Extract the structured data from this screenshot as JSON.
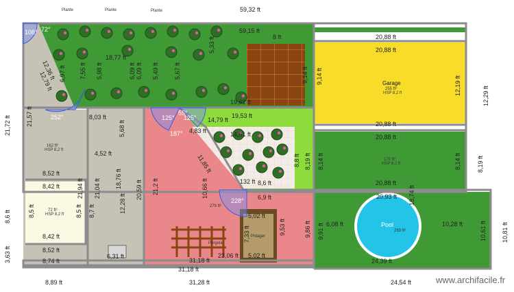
{
  "labels": {
    "plante_1": "Plante",
    "plante_2": "Plante",
    "plante_3": "Plante",
    "garage": "Garage",
    "garage_area": "255 ft²",
    "garage_hsp": "HSP 8,2 ft",
    "room_170": "170 ft²",
    "room_170_hsp": "HSP 8,2 ft",
    "room_162": "162 ft²",
    "room_162_hsp": "HSP 8,2 ft",
    "room_72": "72 ft²",
    "room_72_hsp": "HSP 8,2 ft",
    "terrace_area": "279 ft²",
    "pergola": "Pergola",
    "pool": "Pool",
    "pool_area": "259 ft²",
    "potager": "Potager"
  },
  "dimensions": {
    "top_total": "59,32 ft",
    "top_inner": "59,15 ft",
    "d_8_top": "8 ft",
    "d_2088_top": "20,88 ft",
    "d_2088_g1": "20,88 ft",
    "d_2088_g2": "20,88 ft",
    "d_2088_r1": "20,88 ft",
    "d_2088_r2": "20,88 ft",
    "d_914": "9,14 ft",
    "d_1219": "12,19 ft",
    "d_1229": "12,29 ft",
    "d_814_l": "8,14 ft",
    "d_814_r": "8,14 ft",
    "d_819_r": "8,19 ft",
    "d_2093": "20,93 ft",
    "d_1874": "18,74 ft",
    "d_991": "9,91 ft",
    "d_608": "6,08 ft",
    "d_1028": "10,28 ft",
    "d_1061": "10,61 ft",
    "d_1081": "10,81 ft",
    "d_2439": "24,39 ft",
    "d_2454": "24,54 ft",
    "d_2172": "21,72 ft",
    "d_2157": "21,57 ft",
    "d_1236": "12,36 ft",
    "d_1279": "12,79 ft",
    "d_86": "8,6 ft",
    "d_363": "3,63 ft",
    "d_852_a": "8,52 ft",
    "d_842_a": "8,42 ft",
    "d_842_b": "8,42 ft",
    "d_852_b": "8,52 ft",
    "d_874": "8,74 ft",
    "d_889": "8,89 ft",
    "d_85_a": "8,5 ft",
    "d_85_b": "8,5 ft",
    "d_2194": "21,94 ft",
    "d_2104": "21,04 ft",
    "d_87": "8,7 ft",
    "d_1228": "12,28 ft",
    "d_1876": "18,76 ft",
    "d_2059": "20,59 ft",
    "d_452": "4,52 ft",
    "d_568": "5,68 ft",
    "d_803": "8,03 ft",
    "d_631": "6,31 ft",
    "d_1877": "18,77 ft",
    "d_697": "6,97 ft",
    "d_755": "7,55 ft",
    "d_598": "5,98 ft",
    "d_609_a": "6,09 ft",
    "d_609_b": "6,09 ft",
    "d_549": "5,49 ft",
    "d_567": "5,67 ft",
    "d_533": "5,33 ft",
    "d_1962": "19,62 ft",
    "d_1953": "19,53 ft",
    "d_1479": "14,79 ft",
    "d_1461": "14,61 ft",
    "d_483": "4,83 ft",
    "d_1185": "11,85 ft",
    "d_1066": "10,66 ft",
    "d_212": "21,2 ft",
    "d_88": "8,8 ft",
    "d_819_c": "8,19 ft",
    "d_132": "132 ft",
    "d_86_b": "8,6 ft",
    "d_69": "6,9 ft",
    "d_986": "9,86 ft",
    "d_953": "9,53 ft",
    "d_502_a": "5,02 ft",
    "d_502_b": "5,02 ft",
    "d_733": "7,33 ft",
    "d_2306": "23,06 ft",
    "d_3118_a": "31,18 ft",
    "d_3118_b": "31,18 ft",
    "d_3128": "31,28 ft"
  },
  "angles": {
    "a108": "108°",
    "a72": "72°",
    "a252": "252°",
    "a125_a": "125°",
    "a55": "55°",
    "a125_b": "125°",
    "a187": "187°",
    "a228": "228°"
  },
  "watermark": "www.archifacile.fr",
  "colors": {
    "lawn_dark": "#3f9a36",
    "lawn_light": "#8ddc3c",
    "garage": "#f7dc2a",
    "terrace": "#e9878a",
    "path": "#c6c2b6",
    "pool": "#24c3e8",
    "walls": "#8c8c8c",
    "deck": "#8b4513"
  }
}
